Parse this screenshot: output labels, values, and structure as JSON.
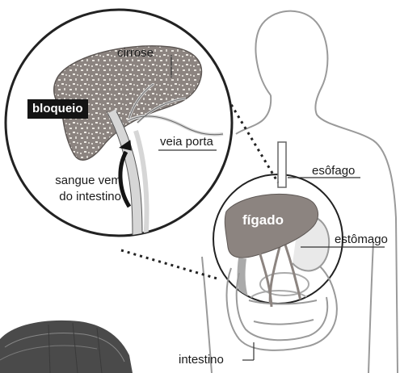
{
  "labels": {
    "cirrose": "cirrose",
    "bloqueio": "bloqueio",
    "veia_porta": "veia porta",
    "sangue_line1": "sangue vem",
    "sangue_line2": "do intestino",
    "esofago": "esôfago",
    "figado": "fígado",
    "estomago": "estômago",
    "intestino": "intestino"
  },
  "colors": {
    "liver": "#8c8480",
    "liver_dark": "#5e5855",
    "outline": "#222222",
    "body_outline": "#9a9a9a",
    "label_box": "#141414"
  }
}
